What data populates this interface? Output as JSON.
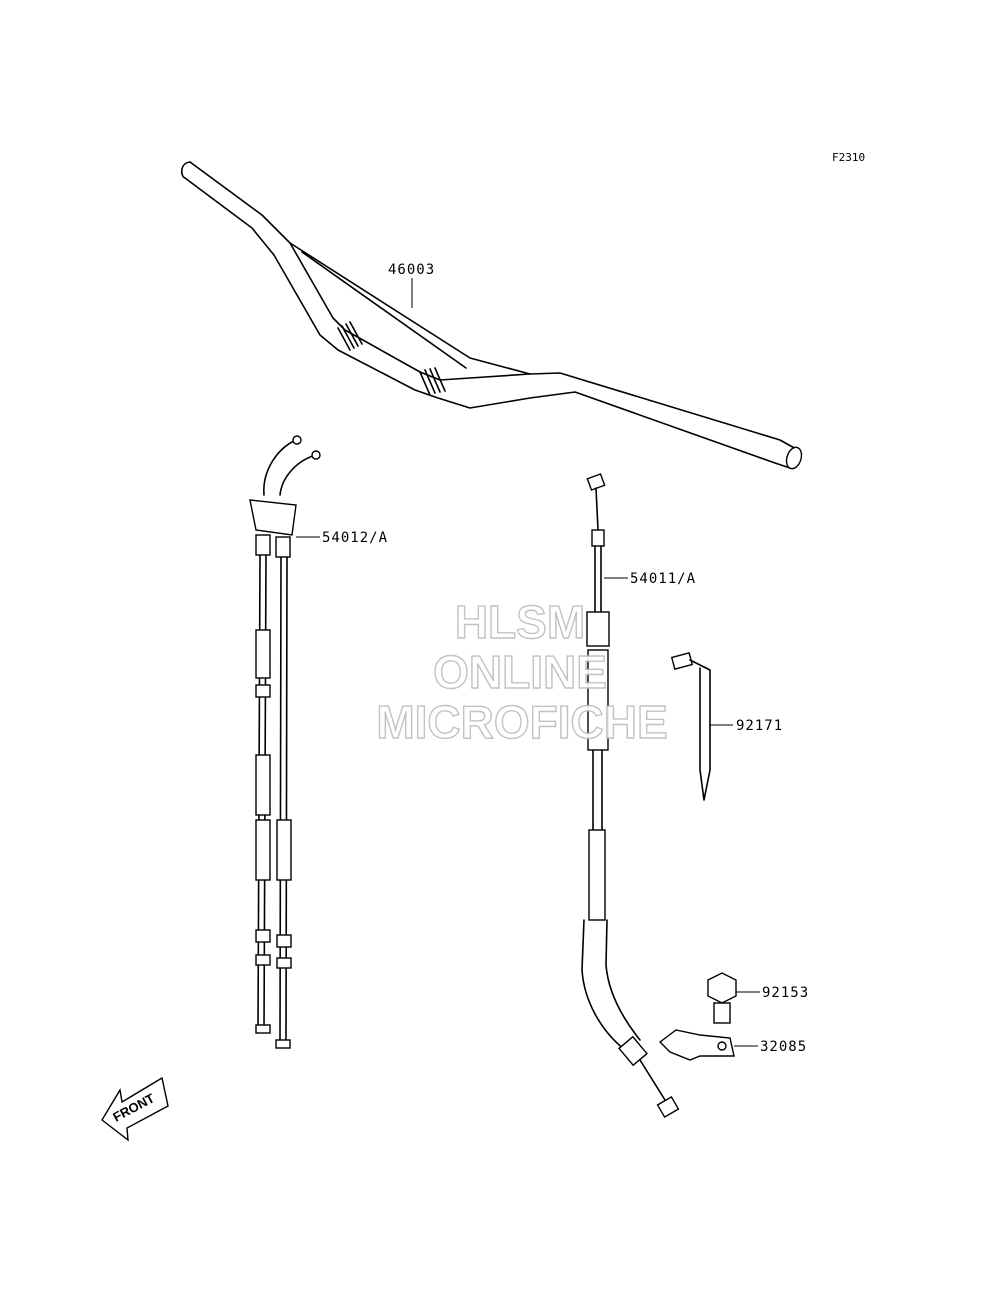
{
  "figure_code": "F2310",
  "watermark": {
    "line1": "HLSM",
    "line2": "ONLINE",
    "line3": "MICROFICHE"
  },
  "front_label": "FRONT",
  "parts": [
    {
      "number": "46003",
      "name": "handlebar"
    },
    {
      "number": "54012/A",
      "name": "throttle-cable"
    },
    {
      "number": "54011/A",
      "name": "clutch-cable"
    },
    {
      "number": "92171",
      "name": "clamp"
    },
    {
      "number": "92153",
      "name": "bolt"
    },
    {
      "number": "32085",
      "name": "bracket"
    }
  ]
}
